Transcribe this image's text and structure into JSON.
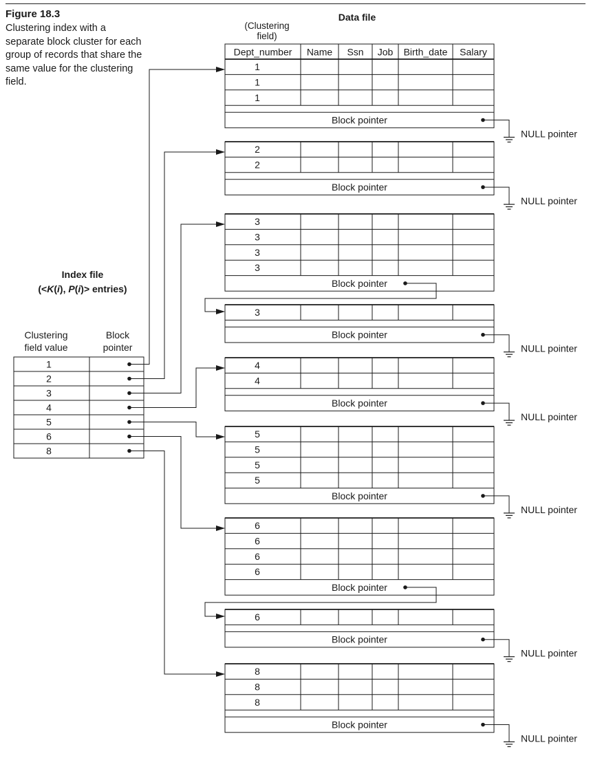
{
  "figure": {
    "title": "Figure 18.3",
    "description": "Clustering index with a separate block cluster for each group of records that share the same value for the clustering field."
  },
  "data_file": {
    "title": "Data file",
    "clustering_annotation": "(Clustering field)",
    "columns": [
      "Dept_number",
      "Name",
      "Ssn",
      "Job",
      "Birth_date",
      "Salary"
    ],
    "block_pointer_label": "Block pointer",
    "null_pointer_label": "NULL pointer",
    "blocks": [
      {
        "values": [
          "1",
          "1",
          "1"
        ],
        "blank_rows": 1,
        "next": "null"
      },
      {
        "values": [
          "2",
          "2"
        ],
        "blank_rows": 1,
        "next": "null"
      },
      {
        "values": [
          "3",
          "3",
          "3",
          "3"
        ],
        "blank_rows": 0,
        "next": "block"
      },
      {
        "values": [
          "3"
        ],
        "blank_rows": 1,
        "next": "null"
      },
      {
        "values": [
          "4",
          "4"
        ],
        "blank_rows": 1,
        "next": "null"
      },
      {
        "values": [
          "5",
          "5",
          "5",
          "5"
        ],
        "blank_rows": 0,
        "next": "null"
      },
      {
        "values": [
          "6",
          "6",
          "6",
          "6"
        ],
        "blank_rows": 0,
        "next": "block"
      },
      {
        "values": [
          "6"
        ],
        "blank_rows": 1,
        "next": "null"
      },
      {
        "values": [
          "8",
          "8",
          "8"
        ],
        "blank_rows": 1,
        "next": "null"
      }
    ]
  },
  "index_file": {
    "title": "Index file",
    "subtitle": "(<K(i), P(i)> entries)",
    "col_headers": [
      "Clustering field value",
      "Block pointer"
    ],
    "entries": [
      {
        "value": "1",
        "target_block": 0
      },
      {
        "value": "2",
        "target_block": 1
      },
      {
        "value": "3",
        "target_block": 2
      },
      {
        "value": "4",
        "target_block": 4
      },
      {
        "value": "5",
        "target_block": 5
      },
      {
        "value": "6",
        "target_block": 6
      },
      {
        "value": "8",
        "target_block": 8
      }
    ]
  }
}
